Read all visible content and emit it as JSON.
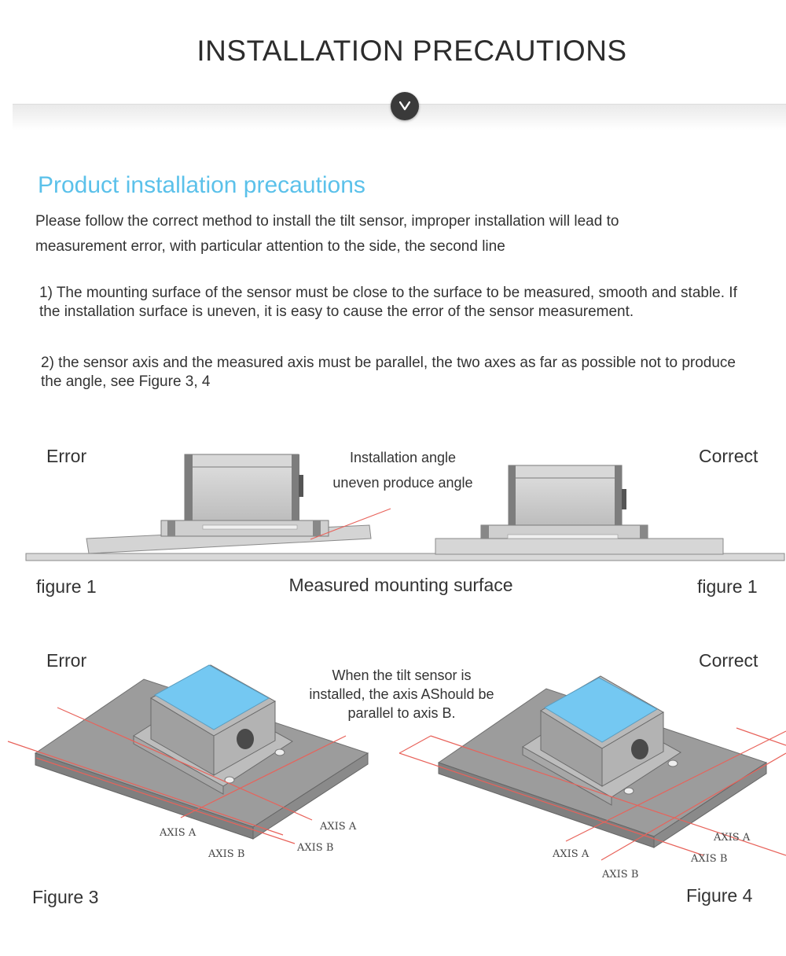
{
  "header": {
    "title": "INSTALLATION PRECAUTIONS",
    "toggle_icon": "chevron-down-icon"
  },
  "section": {
    "title": "Product installation precautions",
    "intro_line1": "Please follow the correct method to install the tilt sensor, improper installation will lead to",
    "intro_line2": "measurement error, with particular attention to the side, the second line",
    "point1": "1) The mounting surface of the sensor must be close to the surface to be measured, smooth and stable. If the installation surface is uneven, it is easy to cause the error of the sensor measurement.",
    "point2": "2) the sensor axis and the measured axis must be parallel, the two axes as far as possible not to produce the angle, see Figure 3, 4"
  },
  "figure_row1": {
    "error_label": "Error",
    "correct_label": "Correct",
    "note_line1": "Installation angle",
    "note_line2": "uneven produce angle",
    "left_caption": "figure 1",
    "center_caption": "Measured mounting surface",
    "right_caption": "figure 1"
  },
  "figure_row2": {
    "error_label": "Error",
    "correct_label": "Correct",
    "note_line1": "When the tilt sensor is",
    "note_line2": "installed, the axis AShould be",
    "note_line3": "parallel to axis B.",
    "left_caption": "Figure 3",
    "right_caption": "Figure 4",
    "axis_labels": {
      "left_axis_a_1": "AXIS A",
      "left_axis_a_2": "AXIS A",
      "left_axis_b_1": "AXIS B",
      "left_axis_b_2": "AXIS B",
      "right_axis_a_1": "AXIS A",
      "right_axis_a_2": "AXIS A",
      "right_axis_b_1": "AXIS B",
      "right_axis_b_2": "AXIS B"
    }
  },
  "colors": {
    "accent": "#5bc1ea",
    "sensor_top": "#74c8f2",
    "axis_line": "#e8625a",
    "plate": "#9a9a9a"
  }
}
